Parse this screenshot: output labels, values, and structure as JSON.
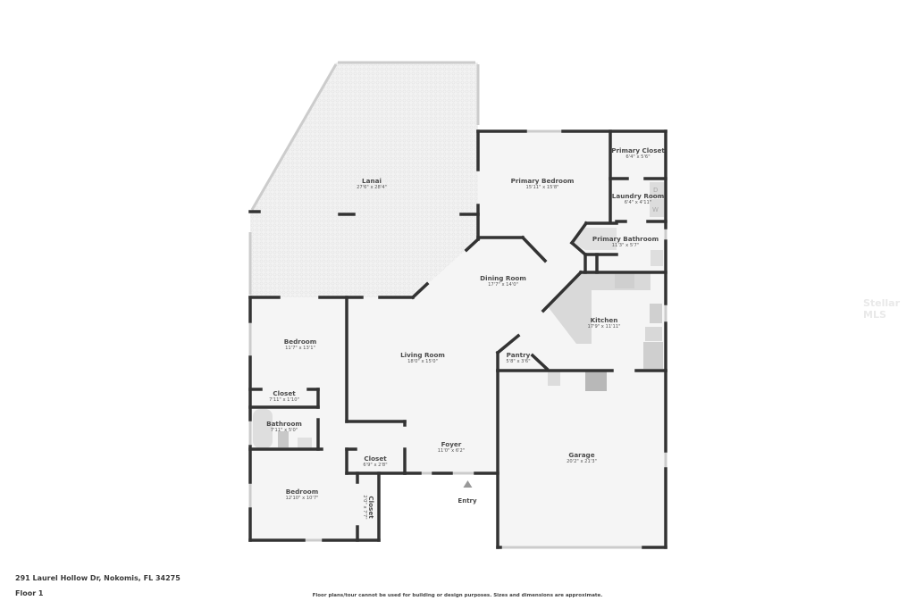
{
  "floorplan": {
    "address": "291 Laurel Hollow Dr, Nokomis, FL 34275",
    "floor": "Floor 1",
    "disclaimer": "Floor plans/tour cannot be used for building or design purposes. Sizes and dimensions are approximate.",
    "watermark": "Stellar MLS",
    "entry_label": "Entry",
    "colors": {
      "wall": "#333333",
      "floor": "#f5f5f5",
      "fixture": "#d6d6d6",
      "window": "#cfcfcf",
      "text": "#4a4a4a"
    },
    "rooms": [
      {
        "name": "Lanai",
        "dims": "27'6\" x 28'4\""
      },
      {
        "name": "Primary Bedroom",
        "dims": "15'11\" x 15'8\""
      },
      {
        "name": "Primary Closet",
        "dims": "6'4\" x 5'6\""
      },
      {
        "name": "Laundry Room",
        "dims": "6'4\" x 4'11\""
      },
      {
        "name": "Primary Bathroom",
        "dims": "11'3\" x 5'7\""
      },
      {
        "name": "Dining Room",
        "dims": "17'7\" x 14'0\""
      },
      {
        "name": "Kitchen",
        "dims": "17'9\" x 11'11\""
      },
      {
        "name": "Pantry",
        "dims": "5'8\" x 3'6\""
      },
      {
        "name": "Bedroom",
        "dims": "11'7\" x 13'1\""
      },
      {
        "name": "Living Room",
        "dims": "18'0\" x 15'0\""
      },
      {
        "name": "Closet",
        "dims": "7'11\" x 1'10\""
      },
      {
        "name": "Bathroom",
        "dims": "7'11\" x 5'0\""
      },
      {
        "name": "Foyer",
        "dims": "11'0\" x 6'2\""
      },
      {
        "name": "Closet",
        "dims": "6'9\" x 2'8\""
      },
      {
        "name": "Garage",
        "dims": "20'2\" x 21'3\""
      },
      {
        "name": "Bedroom",
        "dims": "12'10\" x 10'7\""
      },
      {
        "name": "Closet",
        "dims": "2'0\" x 7'7\""
      }
    ],
    "appliance_marks": {
      "dryer": "D",
      "washer": "W"
    }
  }
}
